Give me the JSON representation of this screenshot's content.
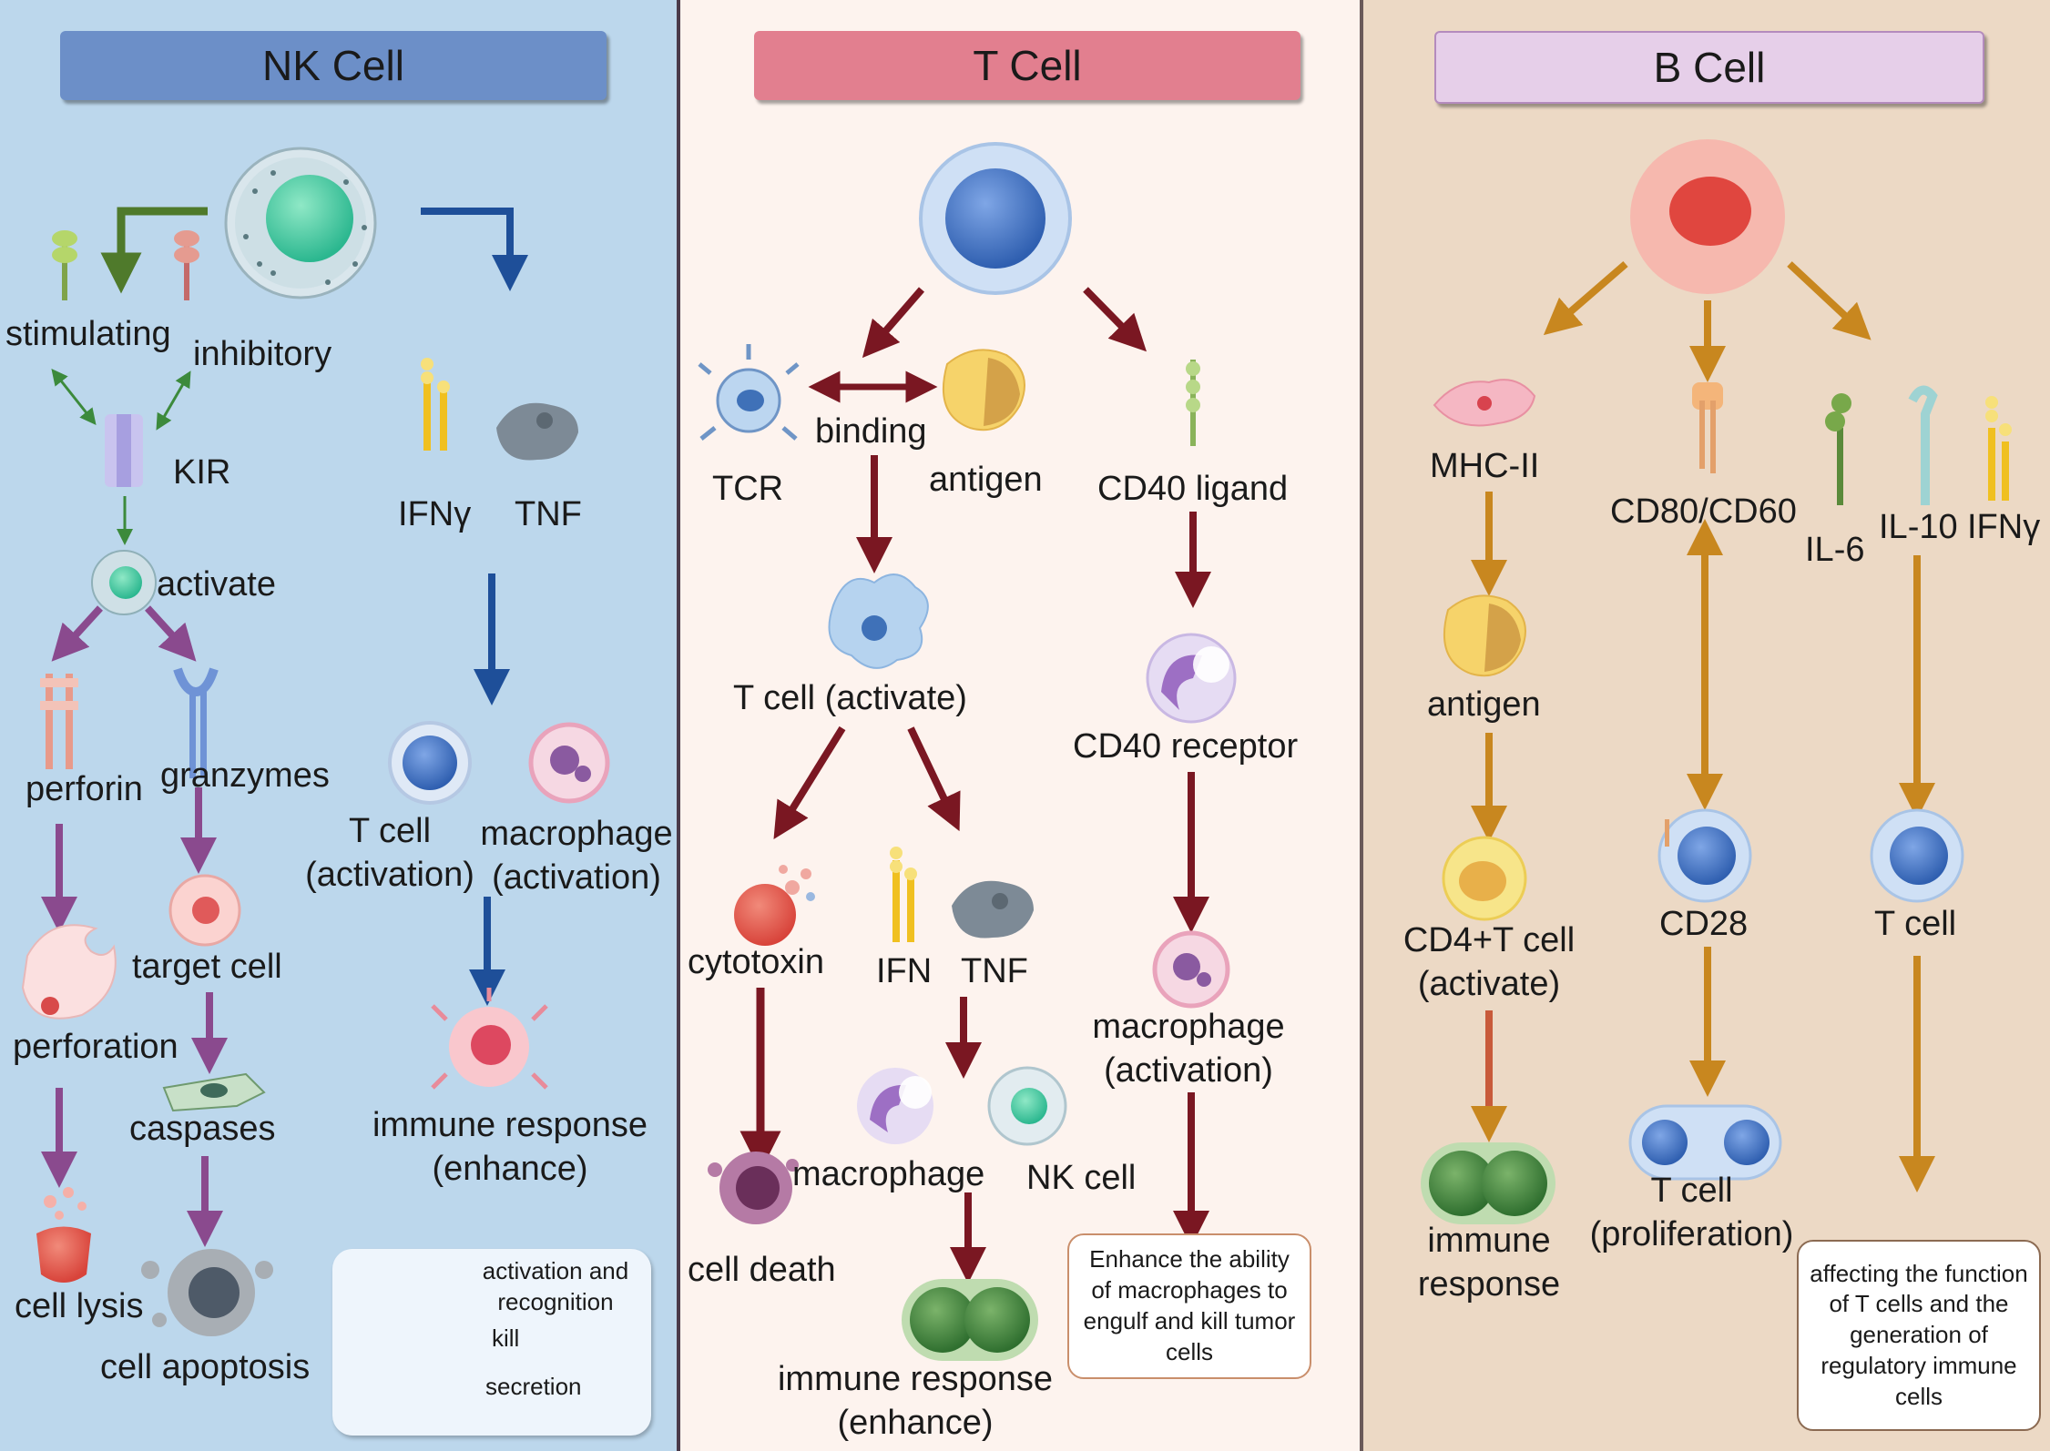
{
  "panels": {
    "nk": {
      "title": "NK Cell",
      "labels": {
        "stimulating": "stimulating",
        "inhibitory": "inhibitory",
        "kir": "KIR",
        "activate": "activate",
        "perforin": "perforin",
        "granzymes": "granzymes",
        "perforation": "perforation",
        "target_cell": "target cell",
        "caspases": "caspases",
        "cell_lysis": "cell lysis",
        "cell_apoptosis": "cell apoptosis",
        "ifng": "IFNγ",
        "tnf": "TNF",
        "t_cell_activation": "T cell\n(activation)",
        "macrophage_activation": "macrophage\n(activation)",
        "immune_response_enhance": "immune response\n(enhance)"
      },
      "legend": {
        "items": [
          {
            "label": "activation and\nrecognition",
            "color": "#2a8a7c"
          },
          {
            "label": "kill",
            "color": "#8a4a8e"
          },
          {
            "label": "secretion",
            "color": "#1e4f99"
          }
        ]
      }
    },
    "t": {
      "title": "T Cell",
      "labels": {
        "tcr": "TCR",
        "binding": "binding",
        "antigen": "antigen",
        "cd40_ligand": "CD40 ligand",
        "t_cell_activate": "T cell  (activate)",
        "cd40_receptor": "CD40 receptor",
        "cytotoxin": "cytotoxin",
        "ifn": "IFN",
        "tnf": "TNF",
        "macrophage_activation": "macrophage\n(activation)",
        "cell_death": "cell death",
        "macrophage": "macrophage",
        "nk_cell": "NK cell",
        "immune_response_enhance": "immune response\n(enhance)",
        "note": "Enhance the ability\nof macrophages to\nengulf and kill tumor\ncells"
      }
    },
    "b": {
      "title": "B Cell",
      "labels": {
        "mhc2": "MHC-II",
        "cd80": "CD80/CD60",
        "il6": "IL-6",
        "il10": "IL-10",
        "ifng": "IFNγ",
        "antigen": "antigen",
        "cd4t": "CD4+T cell\n(activate)",
        "cd28": "CD28",
        "t_cell": "T cell",
        "immune_response": "immune\nresponse",
        "t_cell_proliferation": "T cell\n(proliferation)",
        "note": "affecting the function\nof T cells and the\ngeneration of\nregulatory immune\ncells"
      }
    }
  },
  "colors": {
    "nk_bg": "#bcd7ec",
    "t_bg": "#fdf3ee",
    "b_bg": "#ecd9c5",
    "nk_header": "#6c8fc8",
    "t_header": "#e27f8f",
    "b_header": "#e6cfe9",
    "activation": "#4f7a2b",
    "kill": "#8a4a8e",
    "secretion": "#1e4f99",
    "t_arrow": "#7a1722",
    "b_arrow": "#c8871f"
  }
}
